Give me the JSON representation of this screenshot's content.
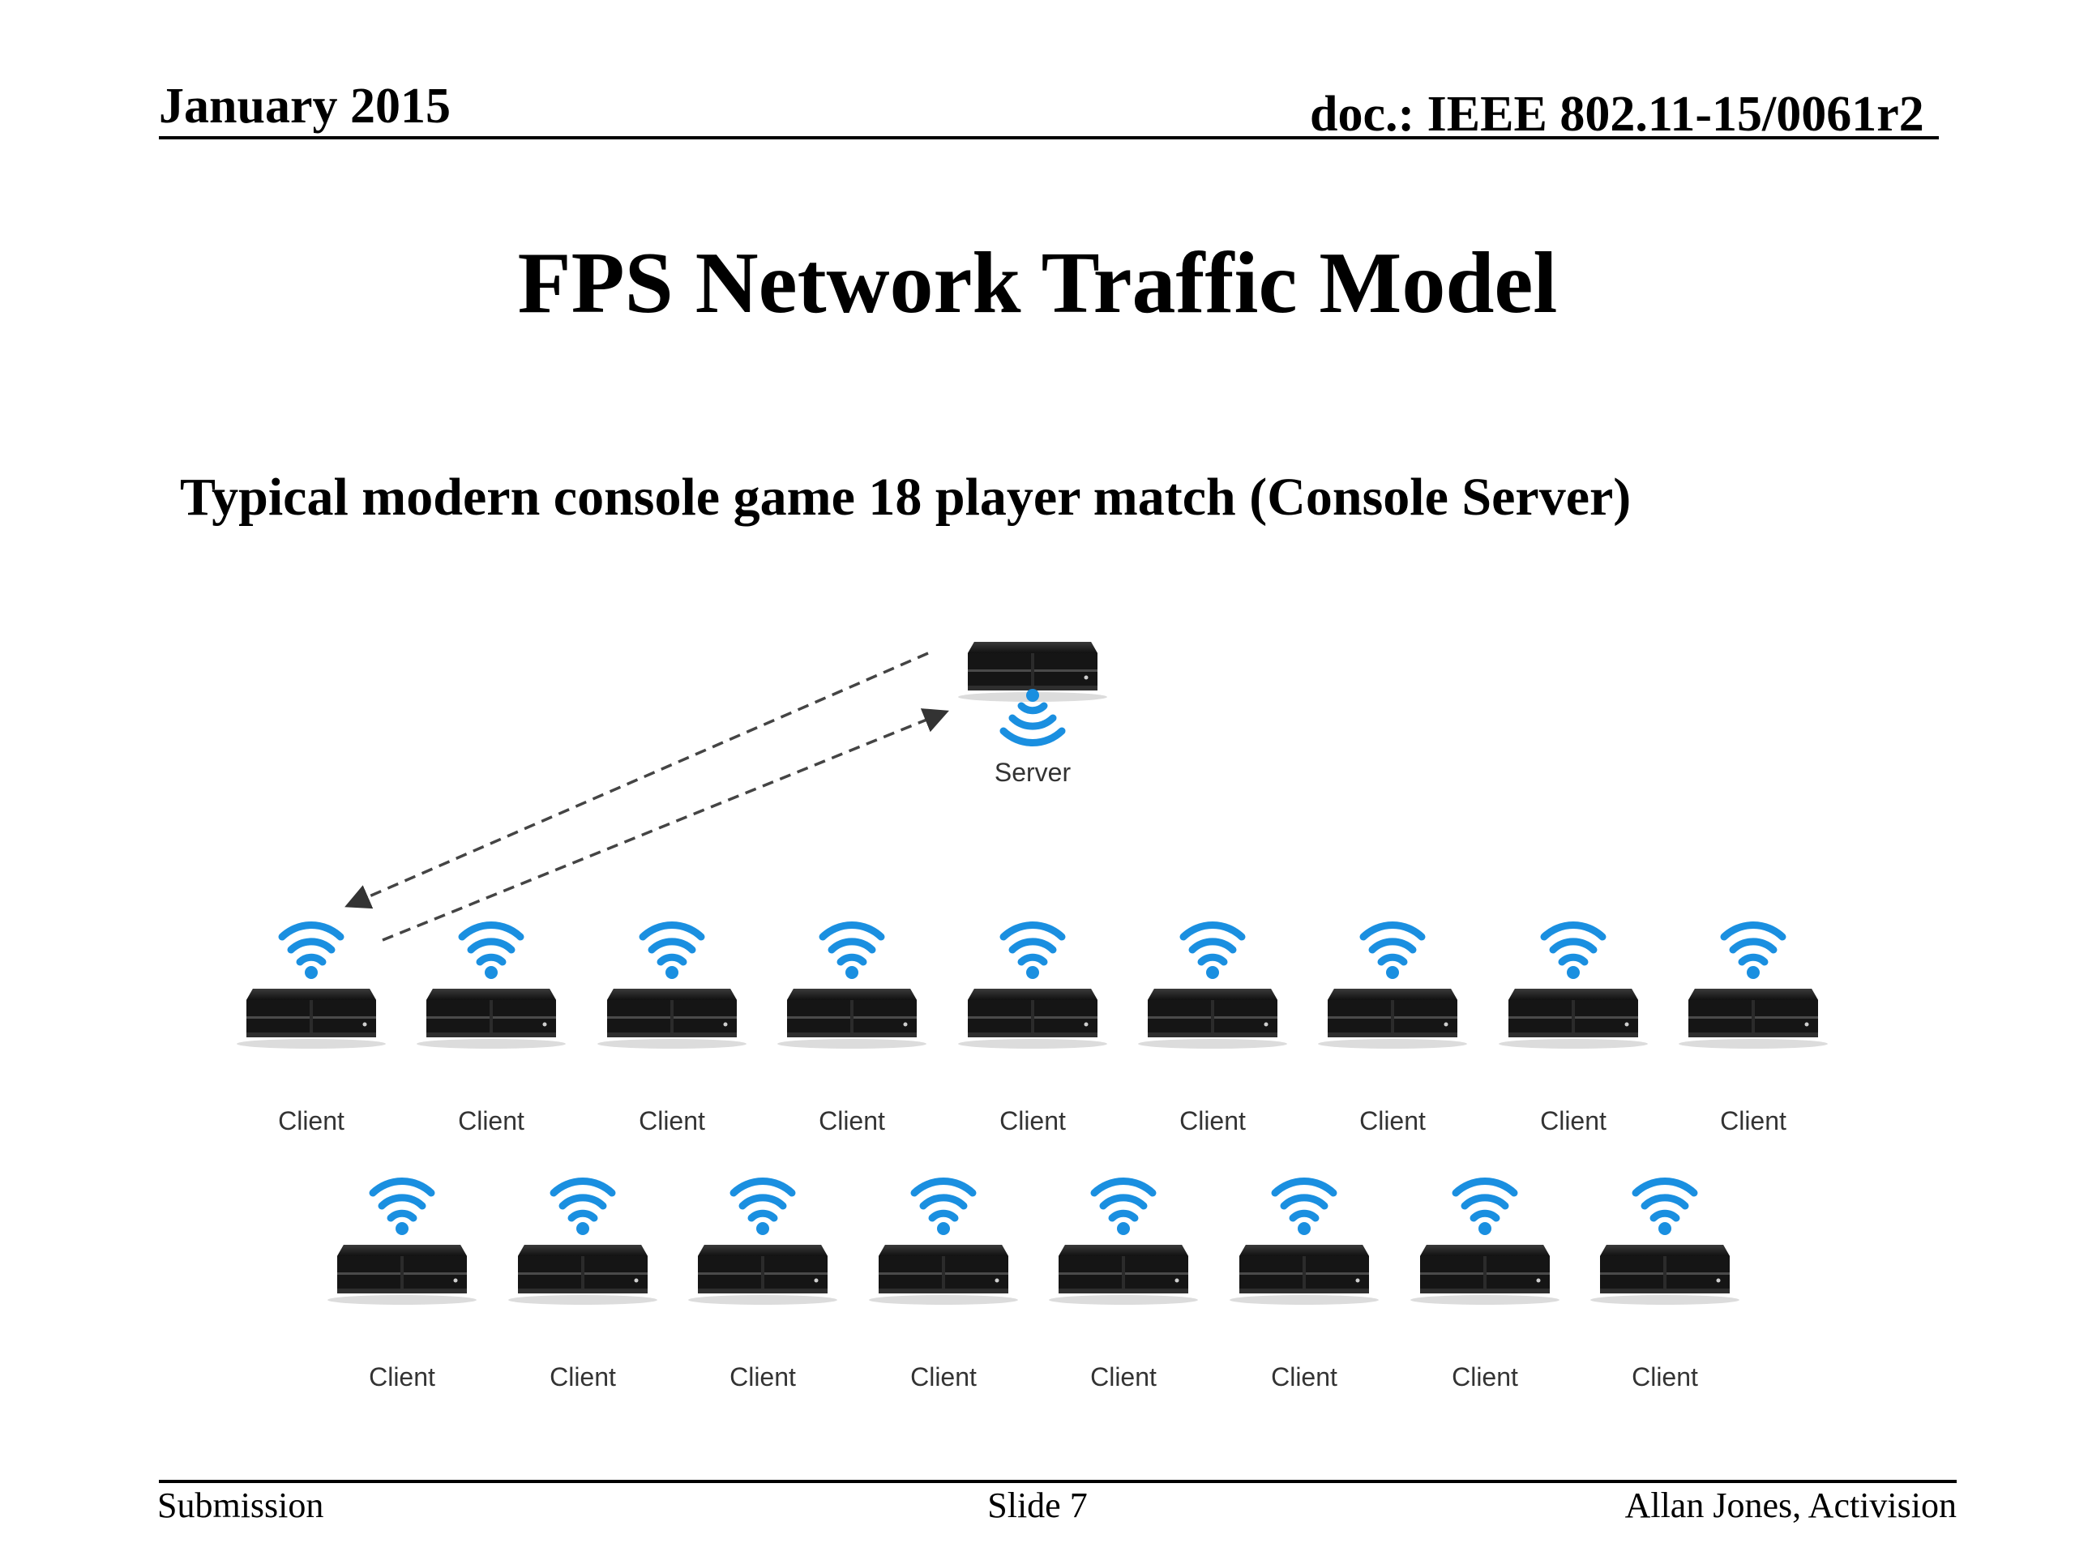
{
  "header": {
    "date": "January 2015",
    "doc": "doc.: IEEE 802.11-15/0061r2"
  },
  "title": "FPS Network Traffic Model",
  "subtitle": "Typical modern console game 18 player match (Console Server)",
  "diagram": {
    "server": {
      "label": "Server",
      "icon": "game-console-icon",
      "signal_icon": "wifi-icon"
    },
    "client_rows": [
      {
        "clients": [
          "Client",
          "Client",
          "Client",
          "Client",
          "Client",
          "Client",
          "Client",
          "Client",
          "Client"
        ]
      },
      {
        "clients": [
          "Client",
          "Client",
          "Client",
          "Client",
          "Client",
          "Client",
          "Client",
          "Client"
        ]
      }
    ],
    "colors": {
      "wifi": "#1a8fe0",
      "console": "#1b1b1b",
      "arrow": "#444444"
    }
  },
  "footer": {
    "left": "Submission",
    "center": "Slide 7",
    "right": "Allan Jones,  Activision"
  }
}
